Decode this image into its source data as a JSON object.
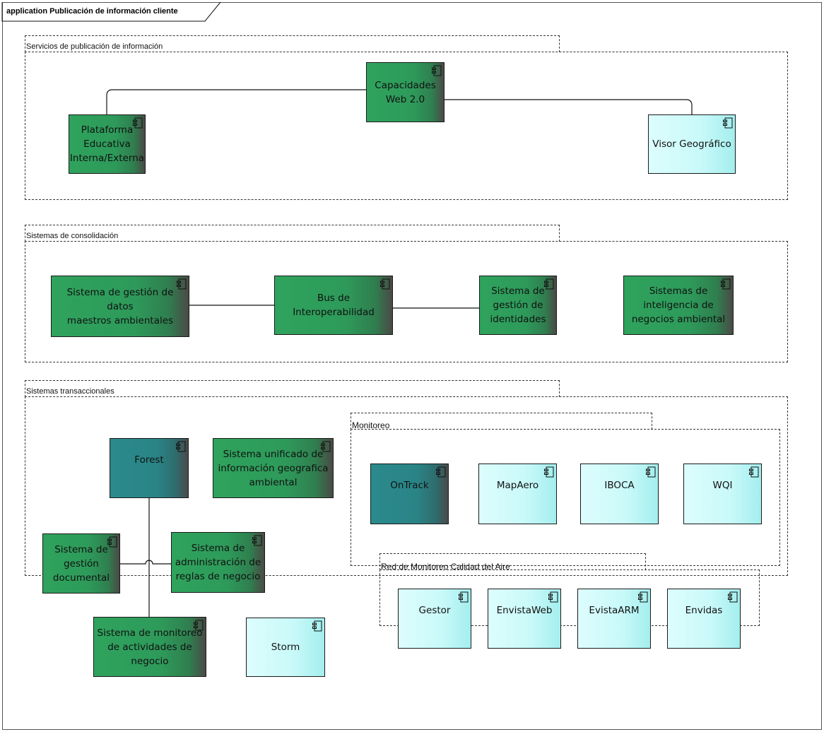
{
  "frame": {
    "title": "application Publicación de información cliente"
  },
  "packages": {
    "publicacion": {
      "label": "Servicios de publicación de información"
    },
    "consolidacion": {
      "label": "Sistemas de consolidación"
    },
    "transaccionales": {
      "label": "Sistemas transaccionales"
    },
    "monitoreo": {
      "label": "Monitoreo"
    },
    "red": {
      "label": "Red de Monitoreo Calidad del Aire"
    }
  },
  "components": {
    "capacidades": {
      "name": "Capacidades\nWeb 2.0",
      "icon": "component-icon"
    },
    "plataforma": {
      "name": "Plataforma\nEducativa\nInterna/Externa",
      "icon": "component-icon"
    },
    "visor": {
      "name": "Visor Geográfico",
      "icon": "component-icon"
    },
    "datos_maestros": {
      "name": "Sistema de gestión de datos\nmaestros ambientales",
      "icon": "component-icon"
    },
    "bus": {
      "name": "Bus de Interoperabilidad",
      "icon": "component-icon"
    },
    "identidades": {
      "name": "Sistema de\ngestión de\nidentidades",
      "icon": "component-icon"
    },
    "inteligencia": {
      "name": "Sistemas de\ninteligencia de\nnegocios ambiental",
      "icon": "component-icon"
    },
    "forest": {
      "name": "Forest",
      "icon": "component-icon"
    },
    "unificado": {
      "name": "Sistema unificado de\ninformación geografica\nambiental",
      "icon": "component-icon"
    },
    "documental": {
      "name": "Sistema de\ngestión\ndocumental",
      "icon": "component-icon"
    },
    "reglas": {
      "name": "Sistema de\nadministración de\nreglas de negocio",
      "icon": "component-icon"
    },
    "actividades": {
      "name": "Sistema de monitoreo\nde actividades de\nnegocio",
      "icon": "component-icon"
    },
    "storm": {
      "name": "Storm",
      "icon": "component-icon"
    },
    "ontrack": {
      "name": "OnTrack",
      "icon": "component-icon"
    },
    "mapaero": {
      "name": "MapAero",
      "icon": "component-icon"
    },
    "iboca": {
      "name": "IBOCA",
      "icon": "component-icon"
    },
    "wqi": {
      "name": "WQI",
      "icon": "component-icon"
    },
    "gestor": {
      "name": "Gestor",
      "icon": "component-icon"
    },
    "envistaweb": {
      "name": "EnvistaWeb",
      "icon": "component-icon"
    },
    "evistaarm": {
      "name": "EvistaARM",
      "icon": "component-icon"
    },
    "envidas": {
      "name": "Envidas",
      "icon": "component-icon"
    }
  },
  "colors": {
    "green": "#2fa35d",
    "teal": "#2b8a8c",
    "cyan": "#ddfdfd"
  }
}
